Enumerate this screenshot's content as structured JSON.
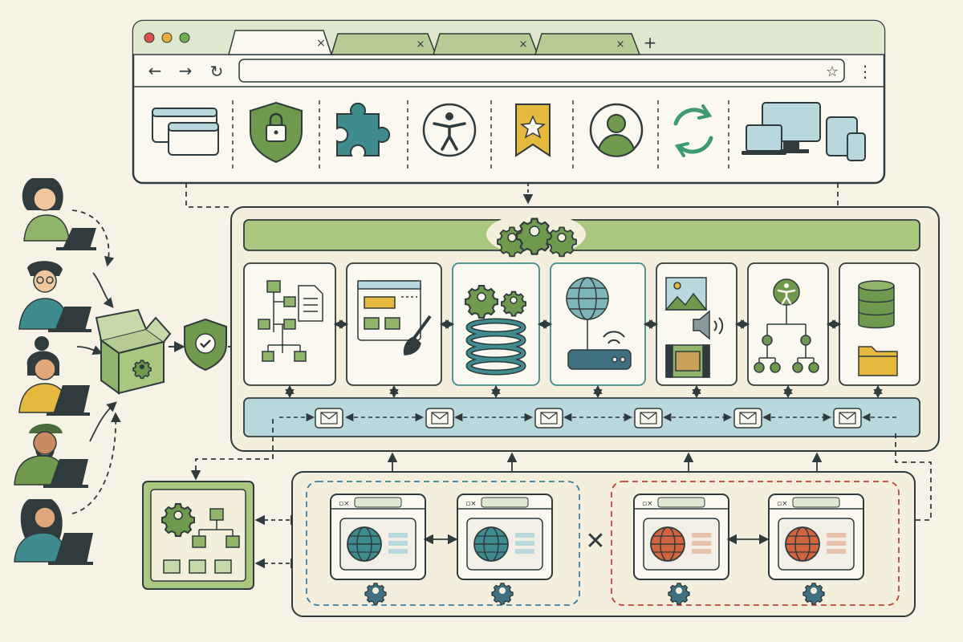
{
  "browser": {
    "tabs": [
      {
        "label": "",
        "close_glyph": "×",
        "active": true
      },
      {
        "label": "",
        "close_glyph": "×",
        "active": false
      },
      {
        "label": "",
        "close_glyph": "×",
        "active": false
      },
      {
        "label": "",
        "close_glyph": "×",
        "active": false
      }
    ],
    "new_tab_glyph": "+",
    "nav": {
      "back_glyph": "←",
      "forward_glyph": "→",
      "reload_glyph": "↻",
      "bookmark_glyph": "☆",
      "menu_glyph": "⋮"
    },
    "address": {
      "value": "",
      "placeholder": ""
    },
    "feature_icons": [
      "windows-icon",
      "security-lock-icon",
      "extension-puzzle-icon",
      "accessibility-icon",
      "bookmark-star-icon",
      "profile-icon",
      "sync-icon",
      "cross-device-icon"
    ]
  },
  "users": [
    "user-1",
    "user-2",
    "user-3",
    "user-4",
    "user-5"
  ],
  "engine": {
    "header_icon": "gears-icon",
    "modules": [
      "dom-tree-icon",
      "rendering-paint-icon",
      "javascript-engine-icon",
      "networking-icon",
      "media-icon",
      "accessibility-tree-icon",
      "storage-icon"
    ],
    "message_bus_count": 6
  },
  "processes": {
    "left_panel_icon": "process-manager-icon",
    "site_groups": [
      {
        "name": "site-group-blue",
        "color": "#3a7ea0",
        "globe_color": "#3f8c8f"
      },
      {
        "name": "site-group-red",
        "color": "#c0443a",
        "globe_color": "#d2643f"
      }
    ],
    "isolation_glyph": "✕"
  },
  "colors": {
    "background": "#f7f2e6",
    "ink": "#2f3b3c",
    "green": "#6f9a4e",
    "green_light": "#a9c77f",
    "teal": "#3f8c8f",
    "teal_light": "#b9d8dd",
    "yellow": "#e5b83e",
    "red": "#c0443a",
    "orange": "#d2643f"
  }
}
